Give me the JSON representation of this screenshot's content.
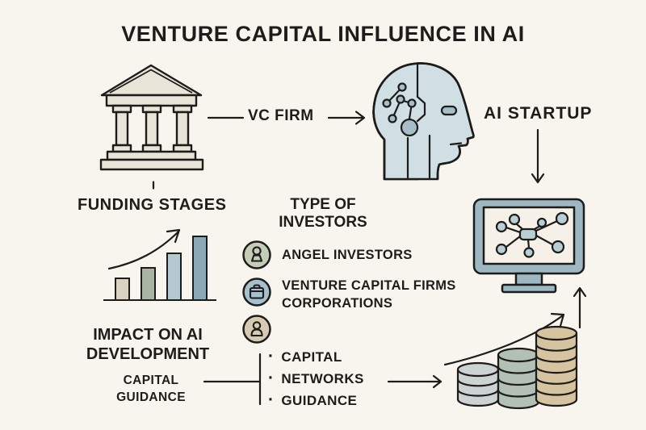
{
  "palette": {
    "background": "#f8f5ef",
    "ink": "#1d1c1a",
    "bank_fill": "#e8e4d8",
    "head_back": "#a6bec8",
    "head_front": "#d0dfe3",
    "monitor_frame": "#9db8c2",
    "screen_fill": "#f5f1e8",
    "bar_colors": [
      "#d9d2c3",
      "#a9b4a4",
      "#b4c9d1",
      "#8ba8b6"
    ],
    "investor_icon_colors": [
      "#c4cdb7",
      "#a6c1cc",
      "#d6cbb2"
    ],
    "coin_colors": [
      "#cdd2d3",
      "#b2c0b5",
      "#d5c49f"
    ]
  },
  "title": "VENTURE CAPITAL INFLUENCE IN AI",
  "flow": {
    "vc_firm_label": "VC FIRM",
    "ai_startup_label": "AI STARTUP"
  },
  "funding_stages": {
    "heading": "FUNDING STAGES",
    "bar_heights": [
      "27px",
      "40px",
      "58px",
      "79px"
    ]
  },
  "investors": {
    "heading": "TYPE OF INVESTORS",
    "items": [
      {
        "icon": "angel-investor-icon",
        "label": "ANGEL INVESTORS"
      },
      {
        "icon": "briefcase-icon",
        "label": "VENTURE CAPITAL FIRMS CORPORATIONS"
      },
      {
        "icon": "person-icon",
        "label": ""
      }
    ]
  },
  "impact": {
    "heading": "IMPACT ON AI DEVELOPMENT",
    "sub_label": "CAPITAL GUIDANCE",
    "bullet_char": "·",
    "bullets": [
      "CAPITAL",
      "NETWORKS",
      "GUIDANCE"
    ]
  }
}
